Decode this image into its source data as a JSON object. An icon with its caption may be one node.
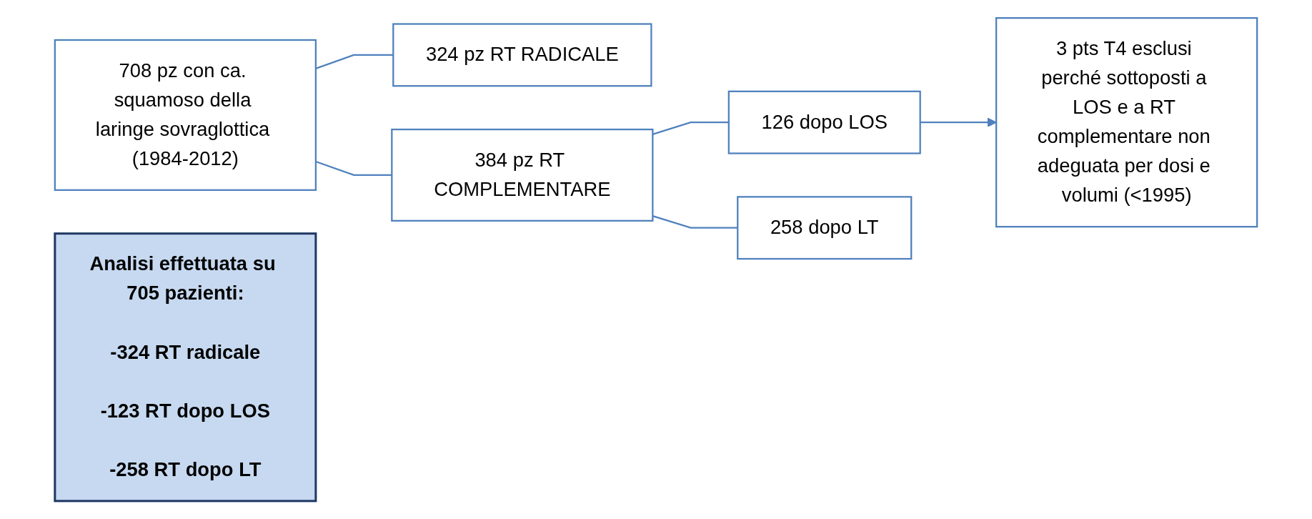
{
  "diagram": {
    "nodes": [
      {
        "text": [
          "708 pz con ca. squamoso della laringe sovraglottica (1984-2012)"
        ]
      },
      {
        "text": [
          "324 pz RT RADICALE"
        ]
      },
      {
        "text": [
          "384 pz RT COMPLEMENTARE"
        ]
      },
      {
        "text": [
          "126 dopo LOS"
        ]
      },
      {
        "text": [
          "258 dopo LT"
        ]
      },
      {
        "text": [
          "3 pts T4 esclusi perché sottoposti a LOS e a RT complementare non adeguata per dosi e volumi (<1995)"
        ]
      },
      {
        "text": [
          "Analisi effettuata su 705 pazienti:",
          "-324 RT radicale",
          "-123 RT dopo LOS",
          "-258 RT dopo LT"
        ]
      }
    ],
    "edges": [
      {
        "from": 0,
        "to": 1,
        "arrow": "none"
      },
      {
        "from": 0,
        "to": 2,
        "arrow": "none"
      },
      {
        "from": 2,
        "to": 3,
        "arrow": "none"
      },
      {
        "from": 2,
        "to": 4,
        "arrow": "none"
      },
      {
        "from": 3,
        "to": 5,
        "arrow": "to"
      }
    ]
  }
}
